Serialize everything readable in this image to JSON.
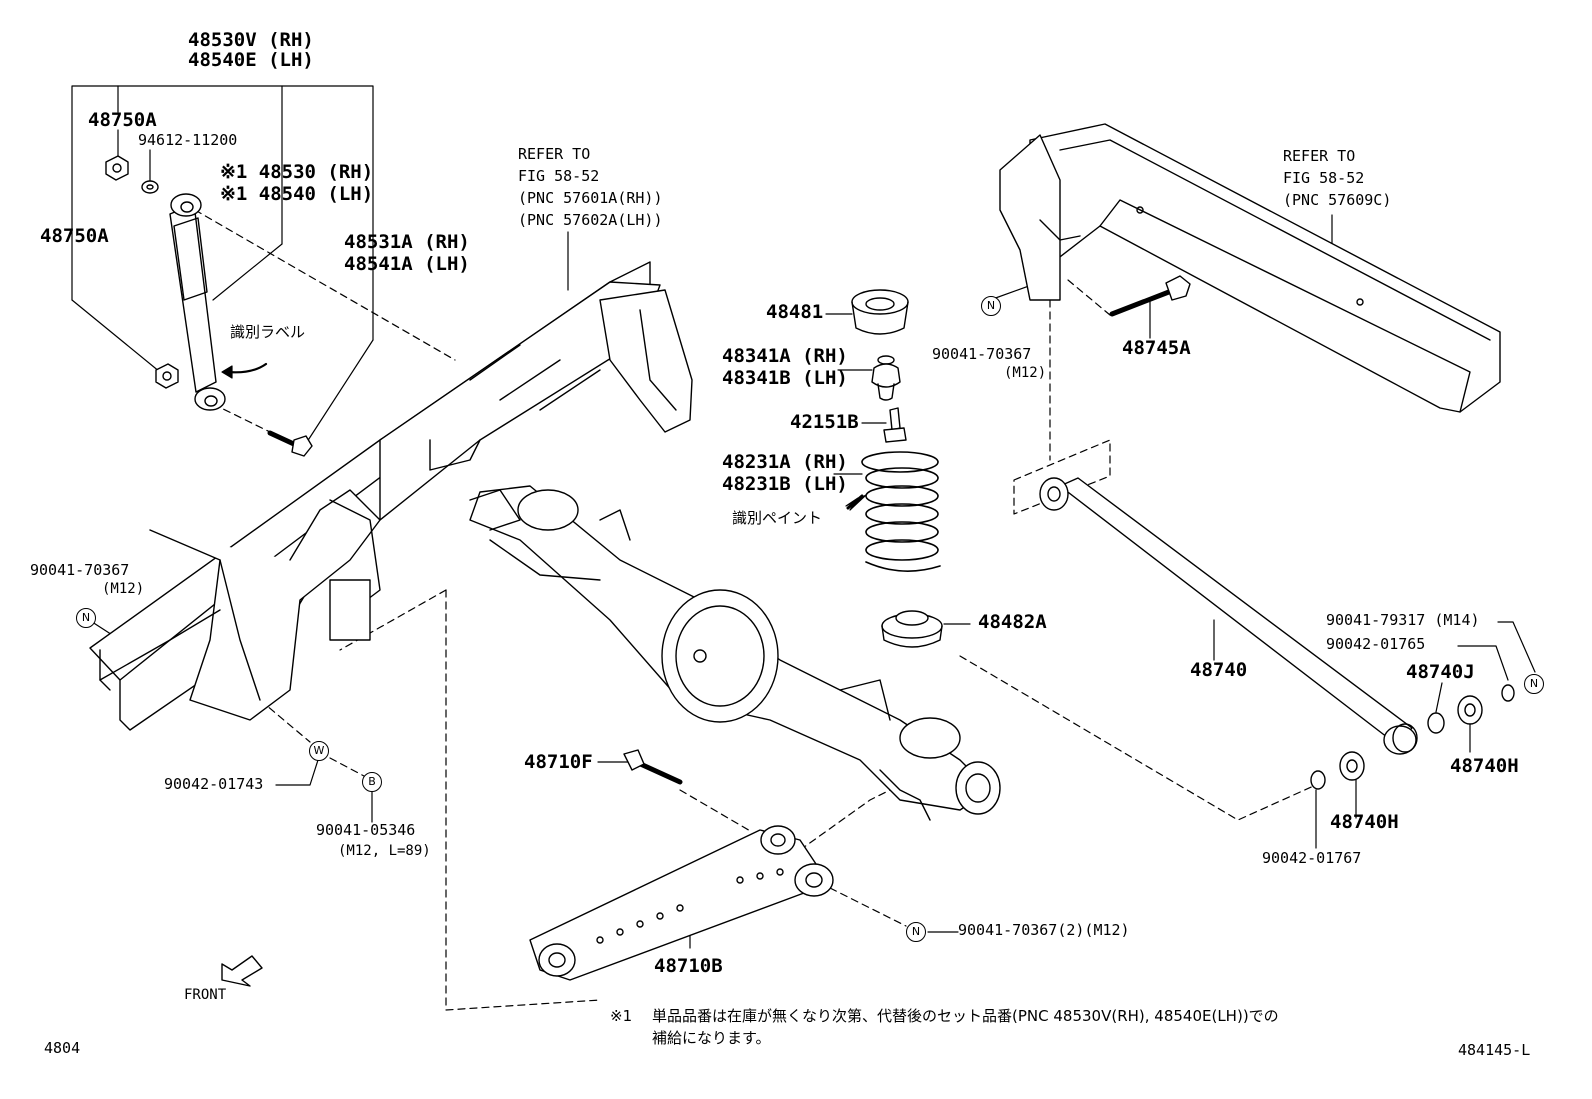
{
  "shock_absorber": {
    "assy_rh": "48530V (RH)",
    "assy_lh": "48540E (LH)",
    "nut_a": "48750A",
    "washer": "94612-11200",
    "sub_rh": "※1 48530 (RH)",
    "sub_lh": "※1 48540 (LH)",
    "nut_b": "48750A",
    "bolt_rh": "48531A (RH)",
    "bolt_lh": "48541A (LH)",
    "id_label": "識別ラベル"
  },
  "frame_ref": {
    "line1": "REFER TO",
    "line2": "FIG 58-52",
    "line3": "(PNC 57601A(RH))",
    "line4": "(PNC 57602A(LH))"
  },
  "crossmember_ref": {
    "line1": "REFER TO",
    "line2": "FIG 58-52",
    "line3": "(PNC 57609C)"
  },
  "spring_stack": {
    "insulator_upper": "48481",
    "bumper_rh": "48341A (RH)",
    "bumper_lh": "48341B (LH)",
    "bumper_bolt": "42151B",
    "spring_rh": "48231A (RH)",
    "spring_lh": "48231B (LH)",
    "id_paint": "識別ペイント",
    "insulator_lower": "48482A"
  },
  "lateral_rod": {
    "bolt": "48745A",
    "nut": "90041-70367",
    "nut_size": "(M12)",
    "rod": "48740",
    "nut_m14": "90041-79317 (M14)",
    "washer_a": "90042-01765",
    "bushing_j": "48740J",
    "bushing_h1": "48740H",
    "bushing_h2": "48740H",
    "washer_b": "90042-01767"
  },
  "left_frame": {
    "nut": "90041-70367",
    "nut_size": "(M12)",
    "washer": "90042-01743",
    "bolt": "90041-05346",
    "bolt_size": "(M12, L=89)"
  },
  "lower_arm": {
    "bolt": "48710F",
    "arm": "48710B",
    "nut": "90041-70367(2)(M12)"
  },
  "callouts": {
    "n": "N",
    "w": "W",
    "b": "B"
  },
  "front_label": "FRONT",
  "footnote": {
    "mark": "※1",
    "line1": "単品品番は在庫が無くなり次第、代替後のセット品番(PNC 48530V(RH), 48540E(LH))での",
    "line2": "補給になります。"
  },
  "page_code": "4804",
  "illustration_code": "484145-L"
}
